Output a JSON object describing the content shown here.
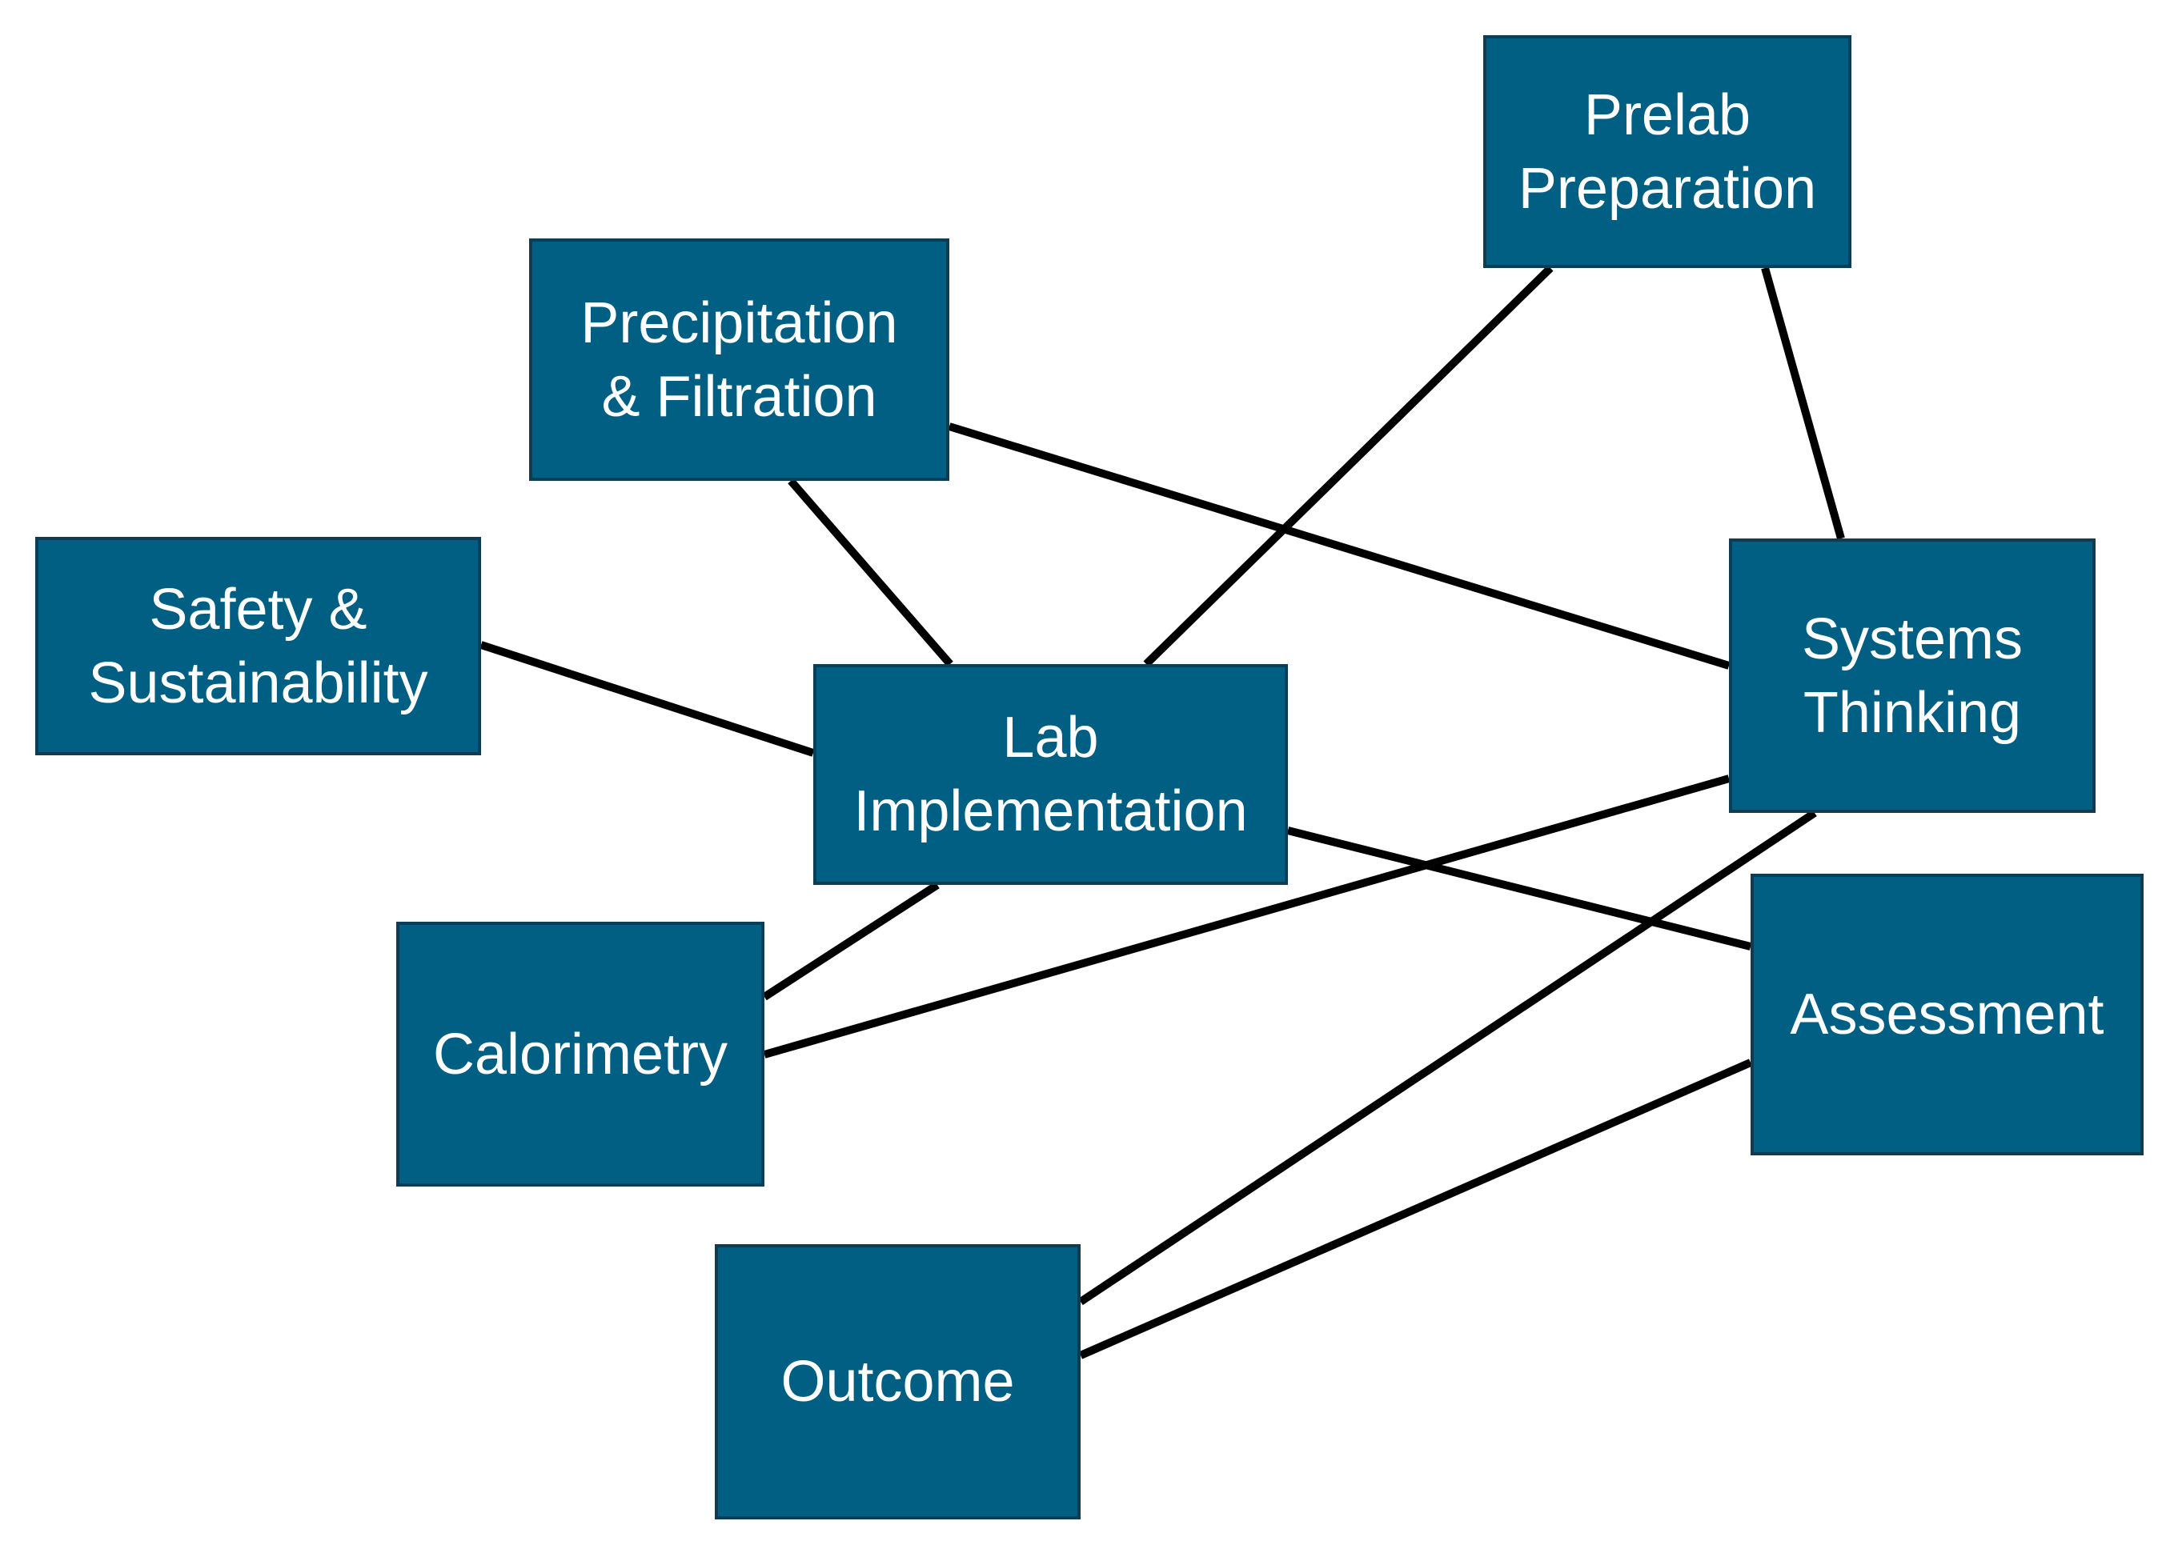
{
  "colors": {
    "node_fill": "#005f83",
    "node_border": "#0c3d55",
    "node_text": "#ffffff",
    "edge": "#000000"
  },
  "nodes": {
    "prelab": "Prelab\nPreparation",
    "precip": "Precipitation\n& Filtration",
    "safety": "Safety &\nSustainability",
    "lab": "Lab\nImplementation",
    "systems": "Systems\nThinking",
    "calor": "Calorimetry",
    "assess": "Assessment",
    "outcome": "Outcome"
  },
  "edges": [
    [
      "precip",
      "lab"
    ],
    [
      "precip",
      "systems"
    ],
    [
      "prelab",
      "lab"
    ],
    [
      "prelab",
      "systems"
    ],
    [
      "safety",
      "lab"
    ],
    [
      "lab",
      "calor"
    ],
    [
      "lab",
      "assess"
    ],
    [
      "systems",
      "calor"
    ],
    [
      "systems",
      "outcome"
    ],
    [
      "assess",
      "outcome"
    ]
  ]
}
